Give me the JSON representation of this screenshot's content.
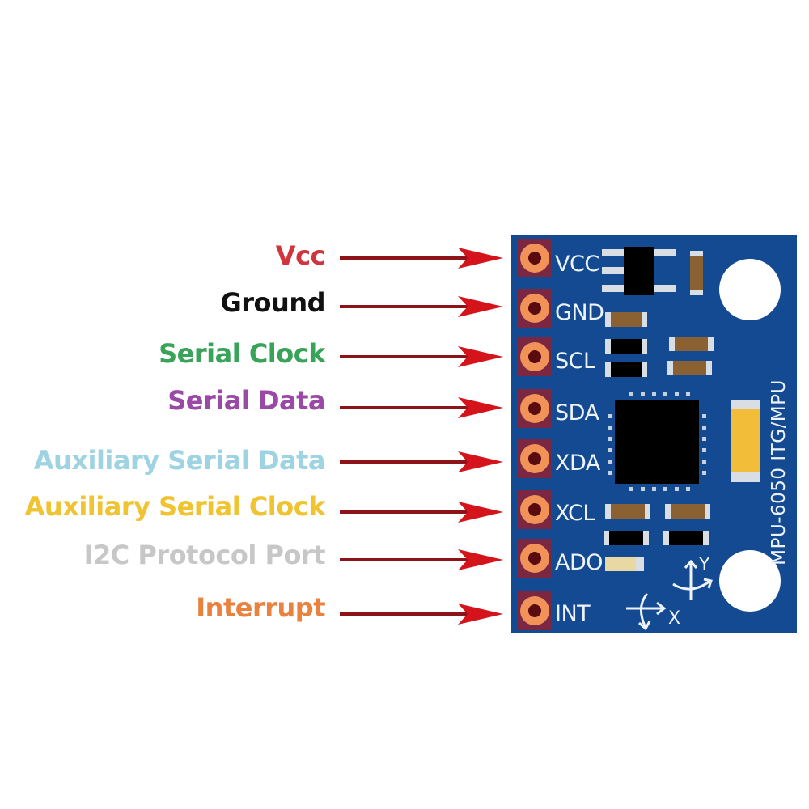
{
  "diagram": {
    "board": {
      "title": "MPU-6050 ITG/MPU",
      "color": "#134a91",
      "axis_labels": {
        "x": "X",
        "y": "Y"
      }
    },
    "arrow_color": "#c41a1a",
    "pins": [
      {
        "name": "VCC",
        "label": "Vcc",
        "color": "#d0353f"
      },
      {
        "name": "GND",
        "label": "Ground",
        "color": "#111111"
      },
      {
        "name": "SCL",
        "label": "Serial Clock",
        "color": "#3aa35a"
      },
      {
        "name": "SDA",
        "label": "Serial Data",
        "color": "#9a4aa6"
      },
      {
        "name": "XDA",
        "label": "Auxiliary Serial Data",
        "color": "#9ed3e2"
      },
      {
        "name": "XCL",
        "label": "Auxiliary Serial Clock",
        "color": "#f0c330"
      },
      {
        "name": "ADO",
        "label": "I2C Protocol Port",
        "color": "#c7c7c7"
      },
      {
        "name": "INT",
        "label": "Interrupt",
        "color": "#e9813f"
      }
    ]
  }
}
